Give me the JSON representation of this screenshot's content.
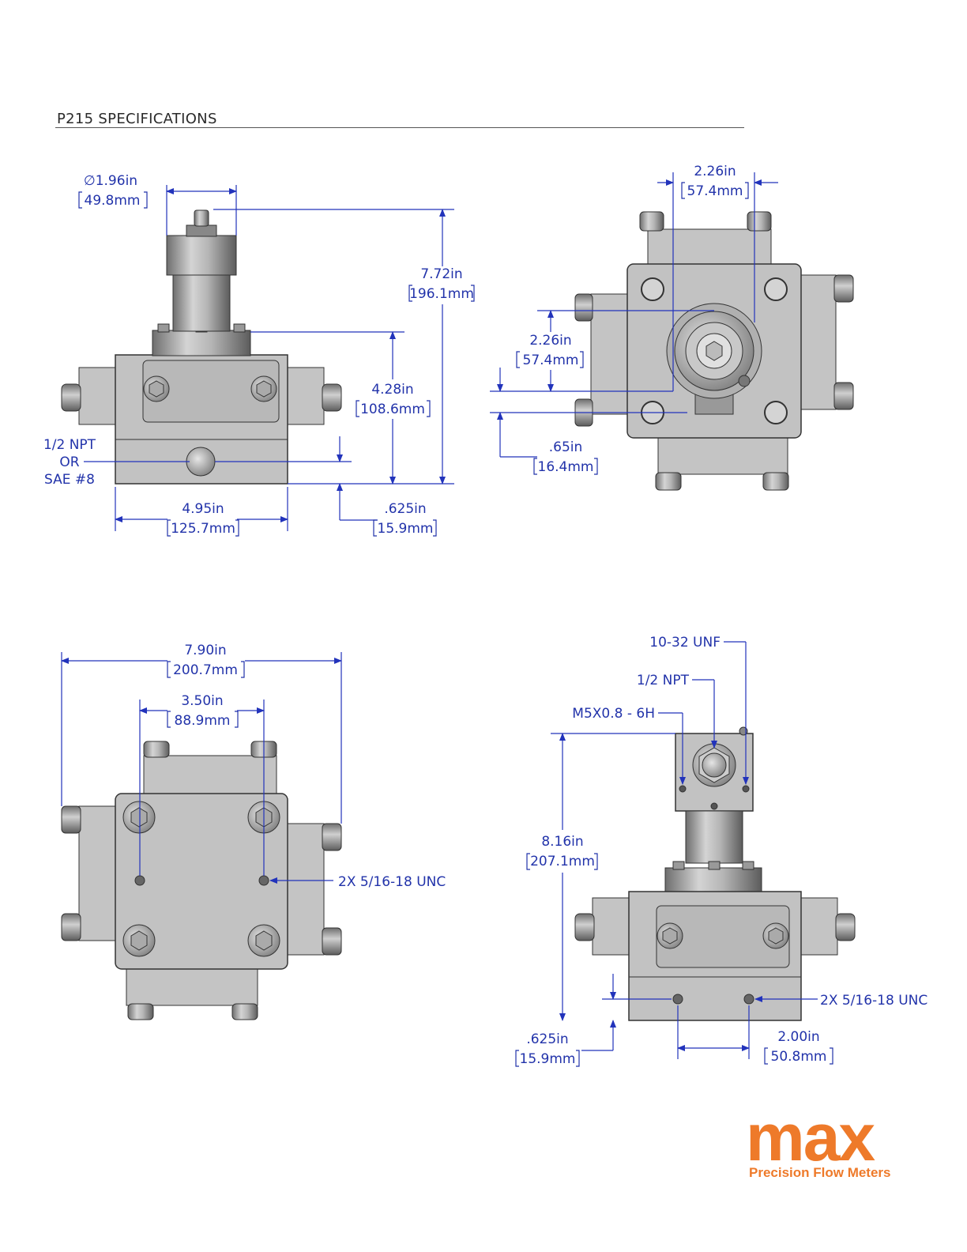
{
  "title": "P215 SPECIFICATIONS",
  "views": {
    "front": {
      "diameter": {
        "in": "∅1.96in",
        "mm": "49.8mm"
      },
      "height_total": {
        "in": "7.72in",
        "mm": "196.1mm"
      },
      "height_body": {
        "in": "4.28in",
        "mm": "108.6mm"
      },
      "port_label": [
        "1/2 NPT",
        "OR",
        "SAE #8"
      ],
      "port_offset": {
        "in": ".625in",
        "mm": "15.9mm"
      },
      "width": {
        "in": "4.95in",
        "mm": "125.7mm"
      }
    },
    "top": {
      "offset_x": {
        "in": "2.26in",
        "mm": "57.4mm"
      },
      "offset_y": {
        "in": "2.26in",
        "mm": "57.4mm"
      },
      "offset_small": {
        "in": ".65in",
        "mm": "16.4mm"
      }
    },
    "bottom": {
      "overall_width": {
        "in": "7.90in",
        "mm": "200.7mm"
      },
      "hole_spacing": {
        "in": "3.50in",
        "mm": "88.9mm"
      },
      "thread_label": "2X  5/16-18 UNC"
    },
    "side": {
      "thread_1": "10-32 UNF",
      "thread_2": "1/2 NPT",
      "thread_3": "M5X0.8 - 6H",
      "height": {
        "in": "8.16in",
        "mm": "207.1mm"
      },
      "thread_label": "2X  5/16-18 UNC",
      "offset": {
        "in": ".625in",
        "mm": "15.9mm"
      },
      "hole_spacing": {
        "in": "2.00in",
        "mm": "50.8mm"
      }
    }
  },
  "logo": {
    "name": "max",
    "tagline": "Precision Flow Meters",
    "color": "#ee7a2a"
  },
  "colors": {
    "dimension": "#2233aa",
    "metal": "#bcbcbc",
    "outline": "#333333"
  }
}
